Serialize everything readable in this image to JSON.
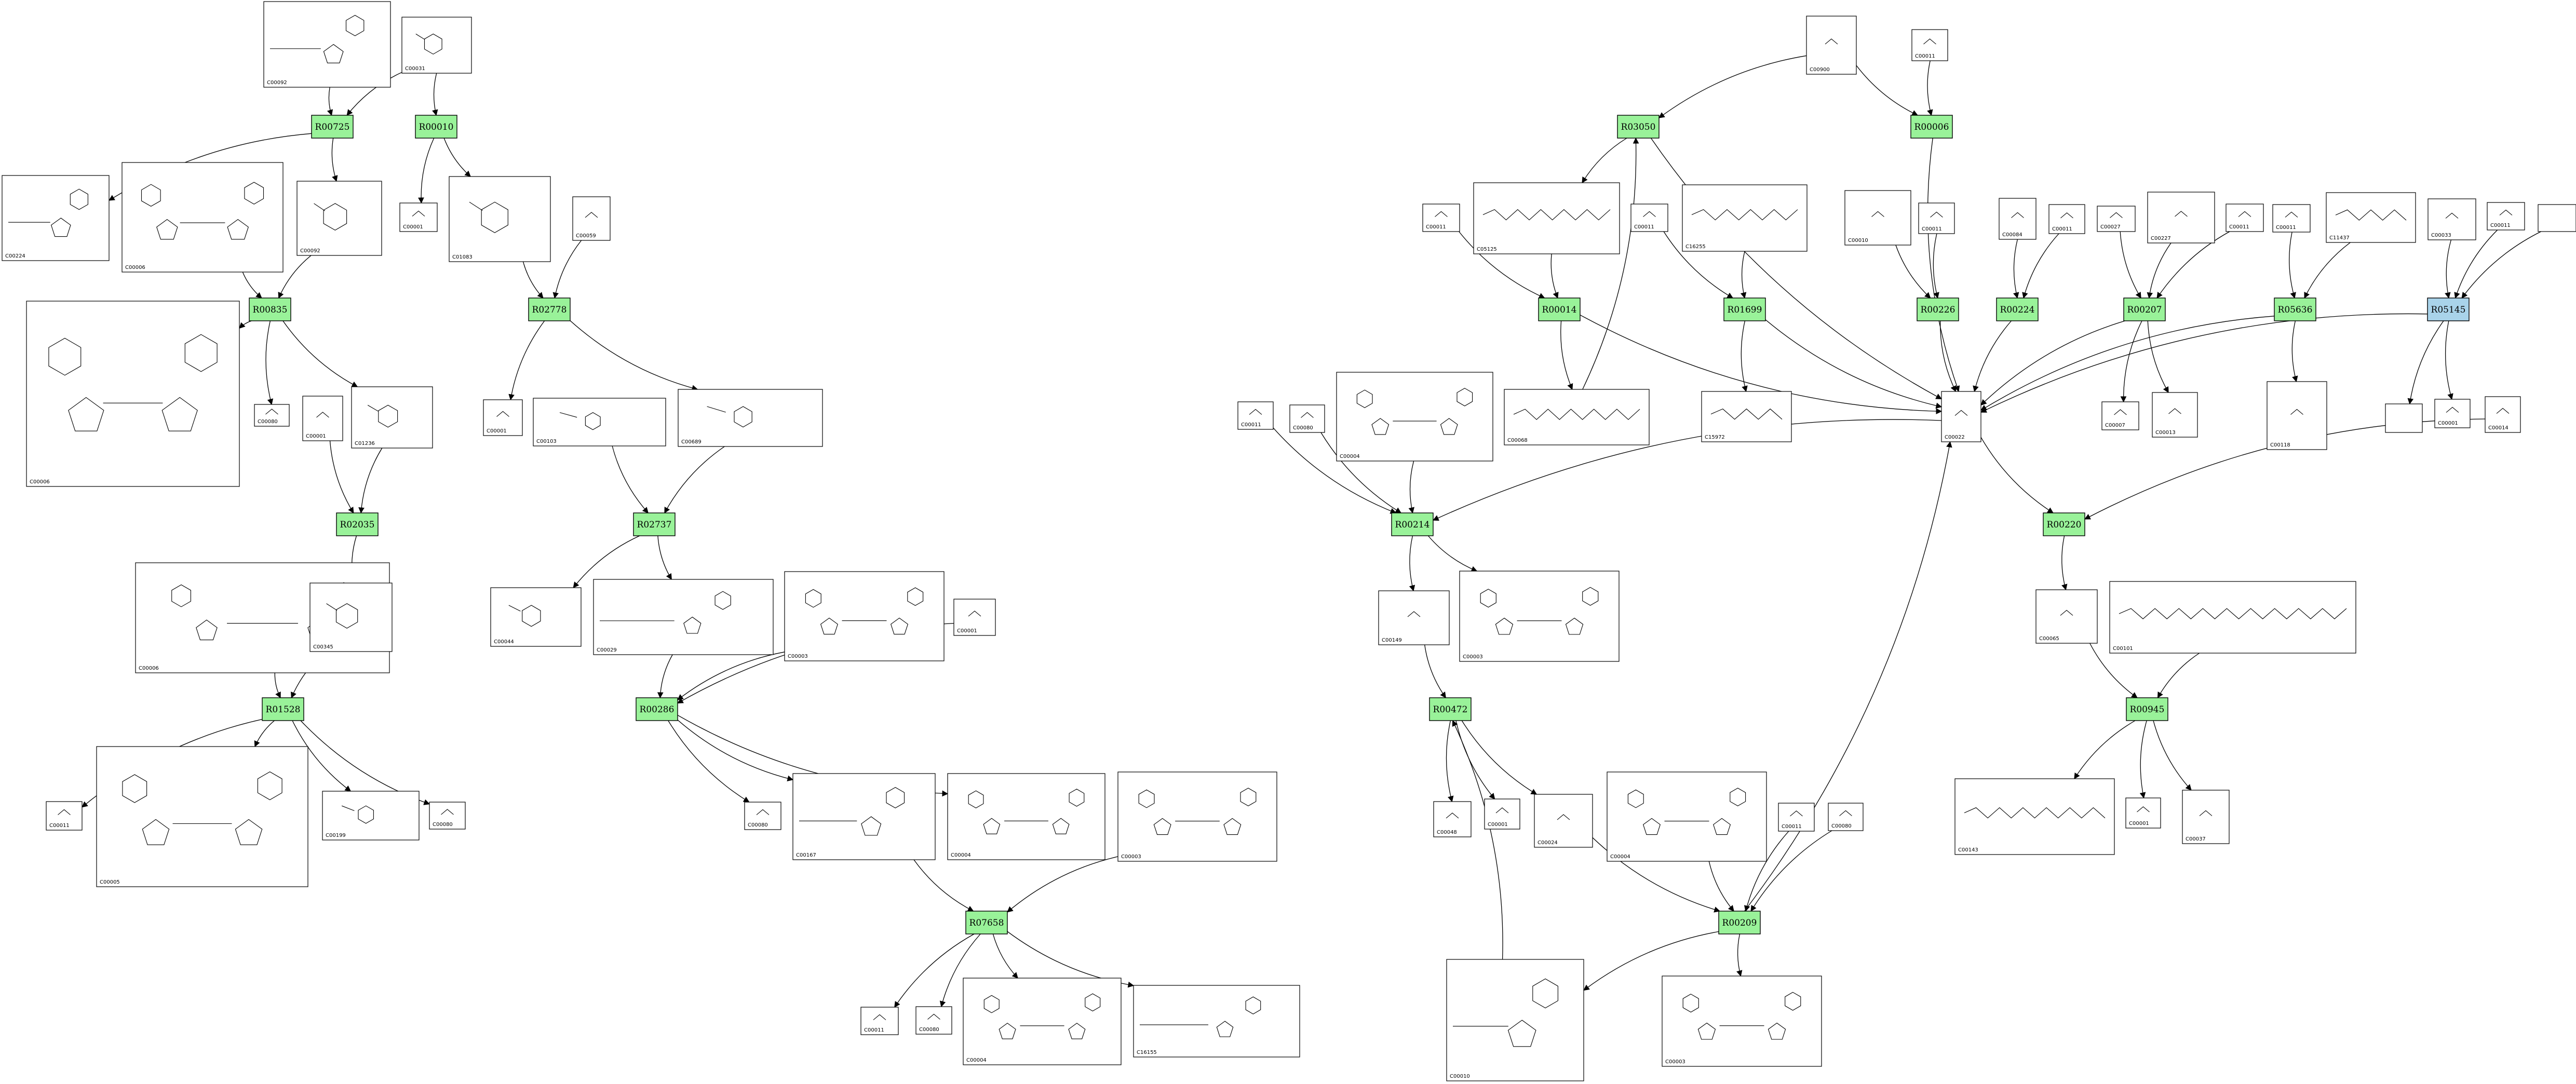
{
  "colors": {
    "reaction_fill": "#99f299",
    "reaction_fill_selected": "#a9d3ea",
    "edge": "#000000",
    "frame": "#000000"
  },
  "reactions": [
    {
      "id": "R00725",
      "color": "reaction_fill"
    },
    {
      "id": "R00010",
      "color": "reaction_fill"
    },
    {
      "id": "R00835",
      "color": "reaction_fill"
    },
    {
      "id": "R02778",
      "color": "reaction_fill"
    },
    {
      "id": "R02035",
      "color": "reaction_fill"
    },
    {
      "id": "R02737",
      "color": "reaction_fill"
    },
    {
      "id": "R01528",
      "color": "reaction_fill"
    },
    {
      "id": "R00286",
      "color": "reaction_fill"
    },
    {
      "id": "R07658",
      "color": "reaction_fill"
    },
    {
      "id": "R03050",
      "color": "reaction_fill"
    },
    {
      "id": "R00006",
      "color": "reaction_fill"
    },
    {
      "id": "R00014",
      "color": "reaction_fill"
    },
    {
      "id": "R01699",
      "color": "reaction_fill"
    },
    {
      "id": "R00226",
      "color": "reaction_fill"
    },
    {
      "id": "R00224",
      "color": "reaction_fill"
    },
    {
      "id": "R00207",
      "color": "reaction_fill"
    },
    {
      "id": "R05636",
      "color": "reaction_fill"
    },
    {
      "id": "R05145",
      "color": "reaction_fill_selected"
    },
    {
      "id": "R00214",
      "color": "reaction_fill"
    },
    {
      "id": "R00220",
      "color": "reaction_fill"
    },
    {
      "id": "R00472",
      "color": "reaction_fill"
    },
    {
      "id": "R00945",
      "color": "reaction_fill"
    },
    {
      "id": "R00209",
      "color": "reaction_fill"
    }
  ],
  "compounds": [
    {
      "id": "C00092",
      "kind": "nucleotide"
    },
    {
      "id": "C00031",
      "kind": "sugar"
    },
    {
      "id": "C00224",
      "kind": "nucleotide"
    },
    {
      "id": "C00006",
      "kind": "dinucleotide"
    },
    {
      "id": "C00092",
      "kind": "sugar"
    },
    {
      "id": "C00001",
      "kind": "small"
    },
    {
      "id": "C01083",
      "kind": "sugar"
    },
    {
      "id": "C00059",
      "kind": "small"
    },
    {
      "id": "C00006",
      "kind": "dinucleotide"
    },
    {
      "id": "C00080",
      "kind": "ion"
    },
    {
      "id": "C00001",
      "kind": "small"
    },
    {
      "id": "C01236",
      "kind": "sugar"
    },
    {
      "id": "C00001",
      "kind": "small"
    },
    {
      "id": "C00103",
      "kind": "sugar"
    },
    {
      "id": "C00689",
      "kind": "sugar"
    },
    {
      "id": "C00006",
      "kind": "dinucleotide"
    },
    {
      "id": "C00345",
      "kind": "sugar"
    },
    {
      "id": "C00044",
      "kind": "sugar"
    },
    {
      "id": "C00029",
      "kind": "nucleotide"
    },
    {
      "id": "C00003",
      "kind": "dinucleotide"
    },
    {
      "id": "C00001",
      "kind": "small"
    },
    {
      "id": "C00011",
      "kind": "small"
    },
    {
      "id": "C00005",
      "kind": "dinucleotide"
    },
    {
      "id": "C00199",
      "kind": "sugar"
    },
    {
      "id": "C00080",
      "kind": "ion"
    },
    {
      "id": "C00080",
      "kind": "ion"
    },
    {
      "id": "C00167",
      "kind": "nucleotide"
    },
    {
      "id": "C00004",
      "kind": "dinucleotide"
    },
    {
      "id": "C00003",
      "kind": "dinucleotide"
    },
    {
      "id": "C00011",
      "kind": "small"
    },
    {
      "id": "C00080",
      "kind": "ion"
    },
    {
      "id": "C00004",
      "kind": "dinucleotide"
    },
    {
      "id": "C16155",
      "kind": "nucleotide"
    },
    {
      "id": "C00900",
      "kind": "small"
    },
    {
      "id": "C00011",
      "kind": "small"
    },
    {
      "id": "C00011",
      "kind": "small"
    },
    {
      "id": "C05125",
      "kind": "chain"
    },
    {
      "id": "C00011",
      "kind": "small"
    },
    {
      "id": "C16255",
      "kind": "chain"
    },
    {
      "id": "C00010",
      "kind": "small"
    },
    {
      "id": "C00011",
      "kind": "small"
    },
    {
      "id": "C00084",
      "kind": "small"
    },
    {
      "id": "C00011",
      "kind": "small"
    },
    {
      "id": "C00027",
      "kind": "small"
    },
    {
      "id": "C00227",
      "kind": "small"
    },
    {
      "id": "C00011",
      "kind": "small"
    },
    {
      "id": "C00011",
      "kind": "small"
    },
    {
      "id": "C11437",
      "kind": "chain"
    },
    {
      "id": "C00033",
      "kind": "small"
    },
    {
      "id": "C00011",
      "kind": "small"
    },
    {
      "id": "",
      "kind": "empty"
    },
    {
      "id": "C00011",
      "kind": "small"
    },
    {
      "id": "C00080",
      "kind": "ion"
    },
    {
      "id": "C00004",
      "kind": "dinucleotide"
    },
    {
      "id": "C00068",
      "kind": "chain"
    },
    {
      "id": "C15972",
      "kind": "chain"
    },
    {
      "id": "C00022",
      "kind": "small"
    },
    {
      "id": "C00007",
      "kind": "small"
    },
    {
      "id": "C00013",
      "kind": "small"
    },
    {
      "id": "C00118",
      "kind": "small"
    },
    {
      "id": "",
      "kind": "empty"
    },
    {
      "id": "C00001",
      "kind": "small"
    },
    {
      "id": "C00014",
      "kind": "small"
    },
    {
      "id": "C00149",
      "kind": "small"
    },
    {
      "id": "C00003",
      "kind": "dinucleotide"
    },
    {
      "id": "C00065",
      "kind": "small"
    },
    {
      "id": "C00101",
      "kind": "chain"
    },
    {
      "id": "C00048",
      "kind": "small"
    },
    {
      "id": "C00001",
      "kind": "small"
    },
    {
      "id": "C00024",
      "kind": "small"
    },
    {
      "id": "C00004",
      "kind": "dinucleotide"
    },
    {
      "id": "C00011",
      "kind": "small"
    },
    {
      "id": "C00080",
      "kind": "ion"
    },
    {
      "id": "C00143",
      "kind": "chain"
    },
    {
      "id": "C00001",
      "kind": "small"
    },
    {
      "id": "C00037",
      "kind": "small"
    },
    {
      "id": "C00010",
      "kind": "nucleotide"
    },
    {
      "id": "C00003",
      "kind": "dinucleotide"
    }
  ],
  "edges": [
    [
      "c0",
      "R00725"
    ],
    [
      "c1",
      "R00725"
    ],
    [
      "c1",
      "R00010"
    ],
    [
      "R00725",
      "c2"
    ],
    [
      "R00725",
      "c4"
    ],
    [
      "R00010",
      "c5"
    ],
    [
      "R00010",
      "c6"
    ],
    [
      "c3",
      "R00835"
    ],
    [
      "c4",
      "R00835"
    ],
    [
      "c6",
      "R02778"
    ],
    [
      "c7",
      "R02778"
    ],
    [
      "R00835",
      "c8"
    ],
    [
      "R00835",
      "c9"
    ],
    [
      "R00835",
      "c11"
    ],
    [
      "R02778",
      "c12"
    ],
    [
      "R02778",
      "c14"
    ],
    [
      "c10",
      "R02035"
    ],
    [
      "c11",
      "R02035"
    ],
    [
      "R02035",
      "c16"
    ],
    [
      "c13",
      "R02737"
    ],
    [
      "c14",
      "R02737"
    ],
    [
      "R02737",
      "c17"
    ],
    [
      "R02737",
      "c18"
    ],
    [
      "c15",
      "R01528"
    ],
    [
      "c16",
      "R01528"
    ],
    [
      "R01528",
      "c21"
    ],
    [
      "R01528",
      "c22"
    ],
    [
      "R01528",
      "c23"
    ],
    [
      "R01528",
      "c24"
    ],
    [
      "c18",
      "R00286"
    ],
    [
      "c19",
      "R00286"
    ],
    [
      "c20",
      "R00286"
    ],
    [
      "R00286",
      "c25"
    ],
    [
      "R00286",
      "c26"
    ],
    [
      "R00286",
      "c27"
    ],
    [
      "c26",
      "R07658"
    ],
    [
      "c28",
      "R07658"
    ],
    [
      "R07658",
      "c29"
    ],
    [
      "R07658",
      "c30"
    ],
    [
      "R07658",
      "c31"
    ],
    [
      "R07658",
      "c32"
    ],
    [
      "c33",
      "R03050"
    ],
    [
      "c54",
      "R03050"
    ],
    [
      "c33",
      "R00006"
    ],
    [
      "c34",
      "R00006"
    ],
    [
      "R03050",
      "c36"
    ],
    [
      "R03050",
      "c56"
    ],
    [
      "c35",
      "R00014"
    ],
    [
      "c36",
      "R00014"
    ],
    [
      "R00014",
      "c54"
    ],
    [
      "R00014",
      "c56"
    ],
    [
      "c37",
      "R01699"
    ],
    [
      "c38",
      "R01699"
    ],
    [
      "R01699",
      "c55"
    ],
    [
      "R01699",
      "c56"
    ],
    [
      "c39",
      "R00226"
    ],
    [
      "c40",
      "R00226"
    ],
    [
      "R00226",
      "c56"
    ],
    [
      "c41",
      "R00224"
    ],
    [
      "c42",
      "R00224"
    ],
    [
      "R00224",
      "c56"
    ],
    [
      "c43",
      "R00207"
    ],
    [
      "c44",
      "R00207"
    ],
    [
      "c45",
      "R00207"
    ],
    [
      "R00207",
      "c56"
    ],
    [
      "R00207",
      "c57"
    ],
    [
      "R00207",
      "c58"
    ],
    [
      "c46",
      "R05636"
    ],
    [
      "c47",
      "R05636"
    ],
    [
      "R05636",
      "c56"
    ],
    [
      "R05636",
      "c59"
    ],
    [
      "c48",
      "R05145"
    ],
    [
      "c49",
      "R05145"
    ],
    [
      "c50",
      "R05145"
    ],
    [
      "R05145",
      "c56"
    ],
    [
      "R05145",
      "c60"
    ],
    [
      "R05145",
      "c61"
    ],
    [
      "R00006",
      "c56"
    ],
    [
      "c51",
      "R00214"
    ],
    [
      "c52",
      "R00214"
    ],
    [
      "c53",
      "R00214"
    ],
    [
      "c56",
      "R00214"
    ],
    [
      "R00214",
      "c63"
    ],
    [
      "R00214",
      "c64"
    ],
    [
      "c56",
      "R00220"
    ],
    [
      "c62",
      "R00220"
    ],
    [
      "R00220",
      "c65"
    ],
    [
      "c63",
      "R00472"
    ],
    [
      "c76",
      "R00472"
    ],
    [
      "R00472",
      "c67"
    ],
    [
      "R00472",
      "c68"
    ],
    [
      "R00472",
      "c69"
    ],
    [
      "c65",
      "R00945"
    ],
    [
      "c66",
      "R00945"
    ],
    [
      "R00945",
      "c73"
    ],
    [
      "R00945",
      "c74"
    ],
    [
      "R00945",
      "c75"
    ],
    [
      "c69",
      "R00209"
    ],
    [
      "c70",
      "R00209"
    ],
    [
      "c71",
      "R00209"
    ],
    [
      "c72",
      "R00209"
    ],
    [
      "R00209",
      "c76"
    ],
    [
      "R00209",
      "c77"
    ],
    [
      "R00209",
      "c56"
    ]
  ]
}
